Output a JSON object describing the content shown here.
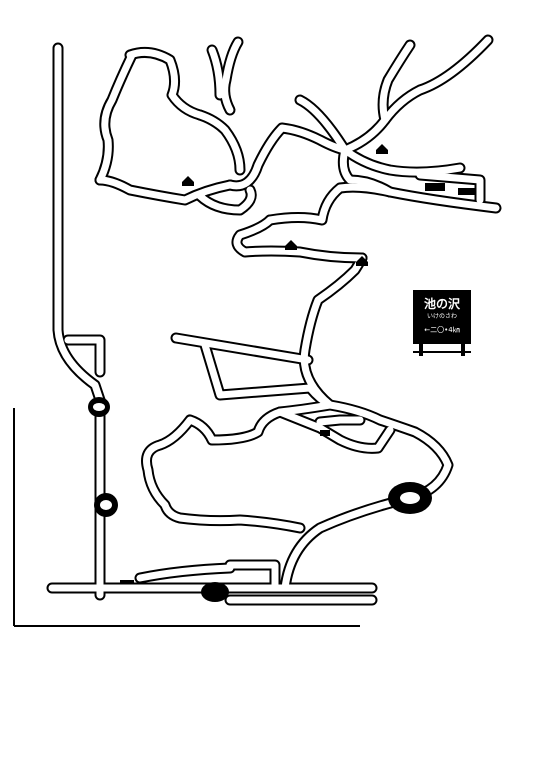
{
  "map": {
    "sign": {
      "title": "池の沢",
      "subtitle": "いけのさわ",
      "distance": "←二〇•4㎞"
    }
  }
}
